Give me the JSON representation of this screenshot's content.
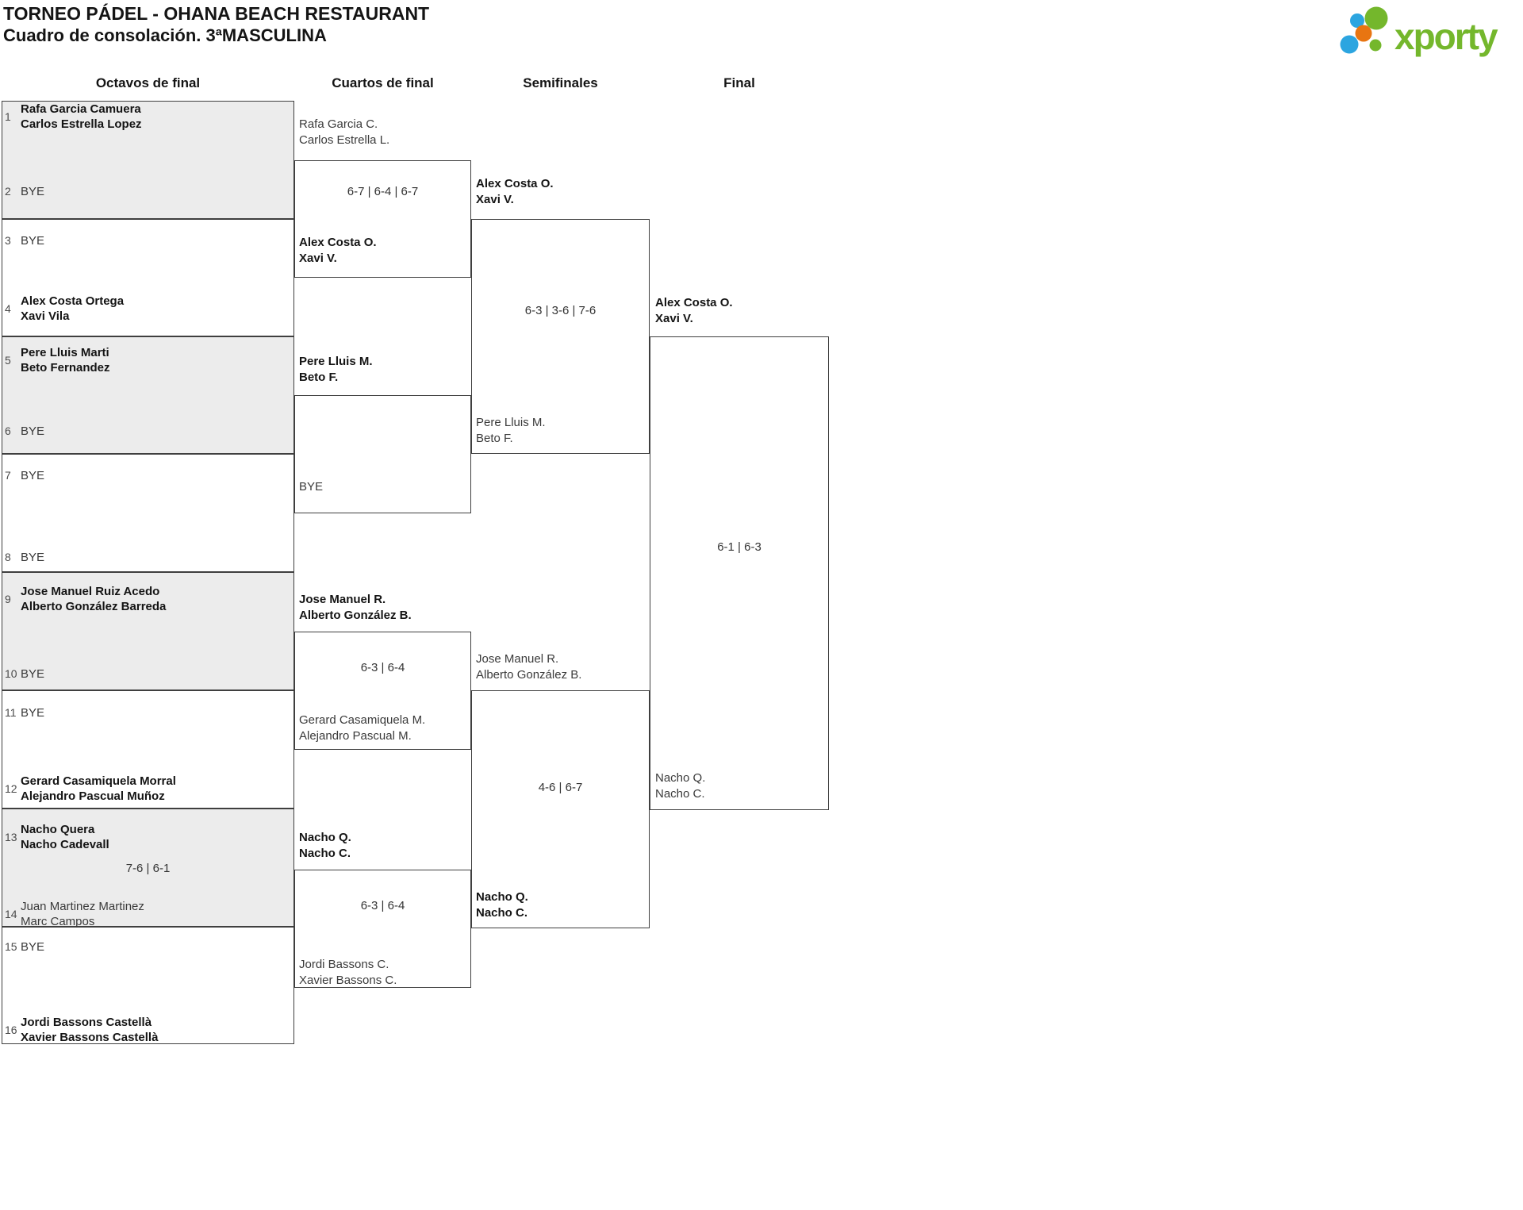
{
  "header": {
    "title": "TORNEO PÁDEL - OHANA BEACH RESTAURANT",
    "subtitle": "Cuadro de consolación. 3ªMASCULINA"
  },
  "logo": {
    "brand": "xporty",
    "green": "#74b72c",
    "blue": "#2ca5e0",
    "orange": "#e87511"
  },
  "round_headers": {
    "r16": "Octavos de final",
    "qf": "Cuartos de final",
    "sf": "Semifinales",
    "final": "Final"
  },
  "seeds": [
    {
      "num": "1",
      "line1": "Rafa Garcia Camuera",
      "line2": "Carlos Estrella Lopez",
      "winner": true
    },
    {
      "num": "2",
      "line1": "BYE",
      "winner": false
    },
    {
      "num": "3",
      "line1": "BYE",
      "winner": false
    },
    {
      "num": "4",
      "line1": "Alex Costa Ortega",
      "line2": "Xavi Vila",
      "winner": true
    },
    {
      "num": "5",
      "line1": "Pere Lluis Marti",
      "line2": "Beto Fernandez",
      "winner": true
    },
    {
      "num": "6",
      "line1": "BYE",
      "winner": false
    },
    {
      "num": "7",
      "line1": "BYE",
      "winner": false
    },
    {
      "num": "8",
      "line1": "BYE",
      "winner": false
    },
    {
      "num": "9",
      "line1": "Jose Manuel Ruiz Acedo",
      "line2": "Alberto González Barreda",
      "winner": true
    },
    {
      "num": "10",
      "line1": "BYE",
      "winner": false
    },
    {
      "num": "11",
      "line1": "BYE",
      "winner": false
    },
    {
      "num": "12",
      "line1": "Gerard Casamiquela Morral",
      "line2": "Alejandro Pascual Muñoz",
      "winner": true
    },
    {
      "num": "13",
      "line1": "Nacho Quera",
      "line2": "Nacho Cadevall",
      "winner": true
    },
    {
      "num": "14",
      "line1": "Juan Martinez Martinez",
      "line2": "Marc Campos",
      "winner": false
    },
    {
      "num": "15",
      "line1": "BYE",
      "winner": false
    },
    {
      "num": "16",
      "line1": "Jordi Bassons Castellà",
      "line2": "Xavier Bassons Castellà",
      "winner": true
    }
  ],
  "r16_scores": {
    "match7": "7-6 | 6-1"
  },
  "quarterfinals": [
    {
      "score": "6-7 | 6-4 | 6-7",
      "top": {
        "line1": "Rafa Garcia C.",
        "line2": "Carlos Estrella L.",
        "winner": false
      },
      "bottom": {
        "line1": "Alex Costa O.",
        "line2": "Xavi V.",
        "winner": true
      }
    },
    {
      "score": "",
      "top": {
        "line1": "Pere Lluis M.",
        "line2": "Beto F.",
        "winner": true
      },
      "bottom": {
        "line1": "BYE",
        "winner": false
      }
    },
    {
      "score": "6-3 | 6-4",
      "top": {
        "line1": "Jose Manuel R.",
        "line2": "Alberto González B.",
        "winner": true
      },
      "bottom": {
        "line1": "Gerard Casamiquela M.",
        "line2": "Alejandro Pascual M.",
        "winner": false
      }
    },
    {
      "score": "6-3 | 6-4",
      "top": {
        "line1": "Nacho Q.",
        "line2": "Nacho C.",
        "winner": true
      },
      "bottom": {
        "line1": "Jordi Bassons C.",
        "line2": "Xavier Bassons C.",
        "winner": false
      }
    }
  ],
  "semifinals": [
    {
      "score": "6-3 | 3-6 | 7-6",
      "top": {
        "line1": "Alex Costa O.",
        "line2": "Xavi V.",
        "winner": true
      },
      "bottom": {
        "line1": "Pere Lluis M.",
        "line2": "Beto F.",
        "winner": false
      }
    },
    {
      "score": "4-6 | 6-7",
      "top": {
        "line1": "Jose Manuel R.",
        "line2": "Alberto González B.",
        "winner": false
      },
      "bottom": {
        "line1": "Nacho Q.",
        "line2": "Nacho C.",
        "winner": true
      }
    }
  ],
  "final": {
    "score": "6-1 | 6-3",
    "top": {
      "line1": "Alex Costa O.",
      "line2": "Xavi V.",
      "winner": true
    },
    "bottom": {
      "line1": "Nacho Q.",
      "line2": "Nacho C.",
      "winner": false
    }
  }
}
